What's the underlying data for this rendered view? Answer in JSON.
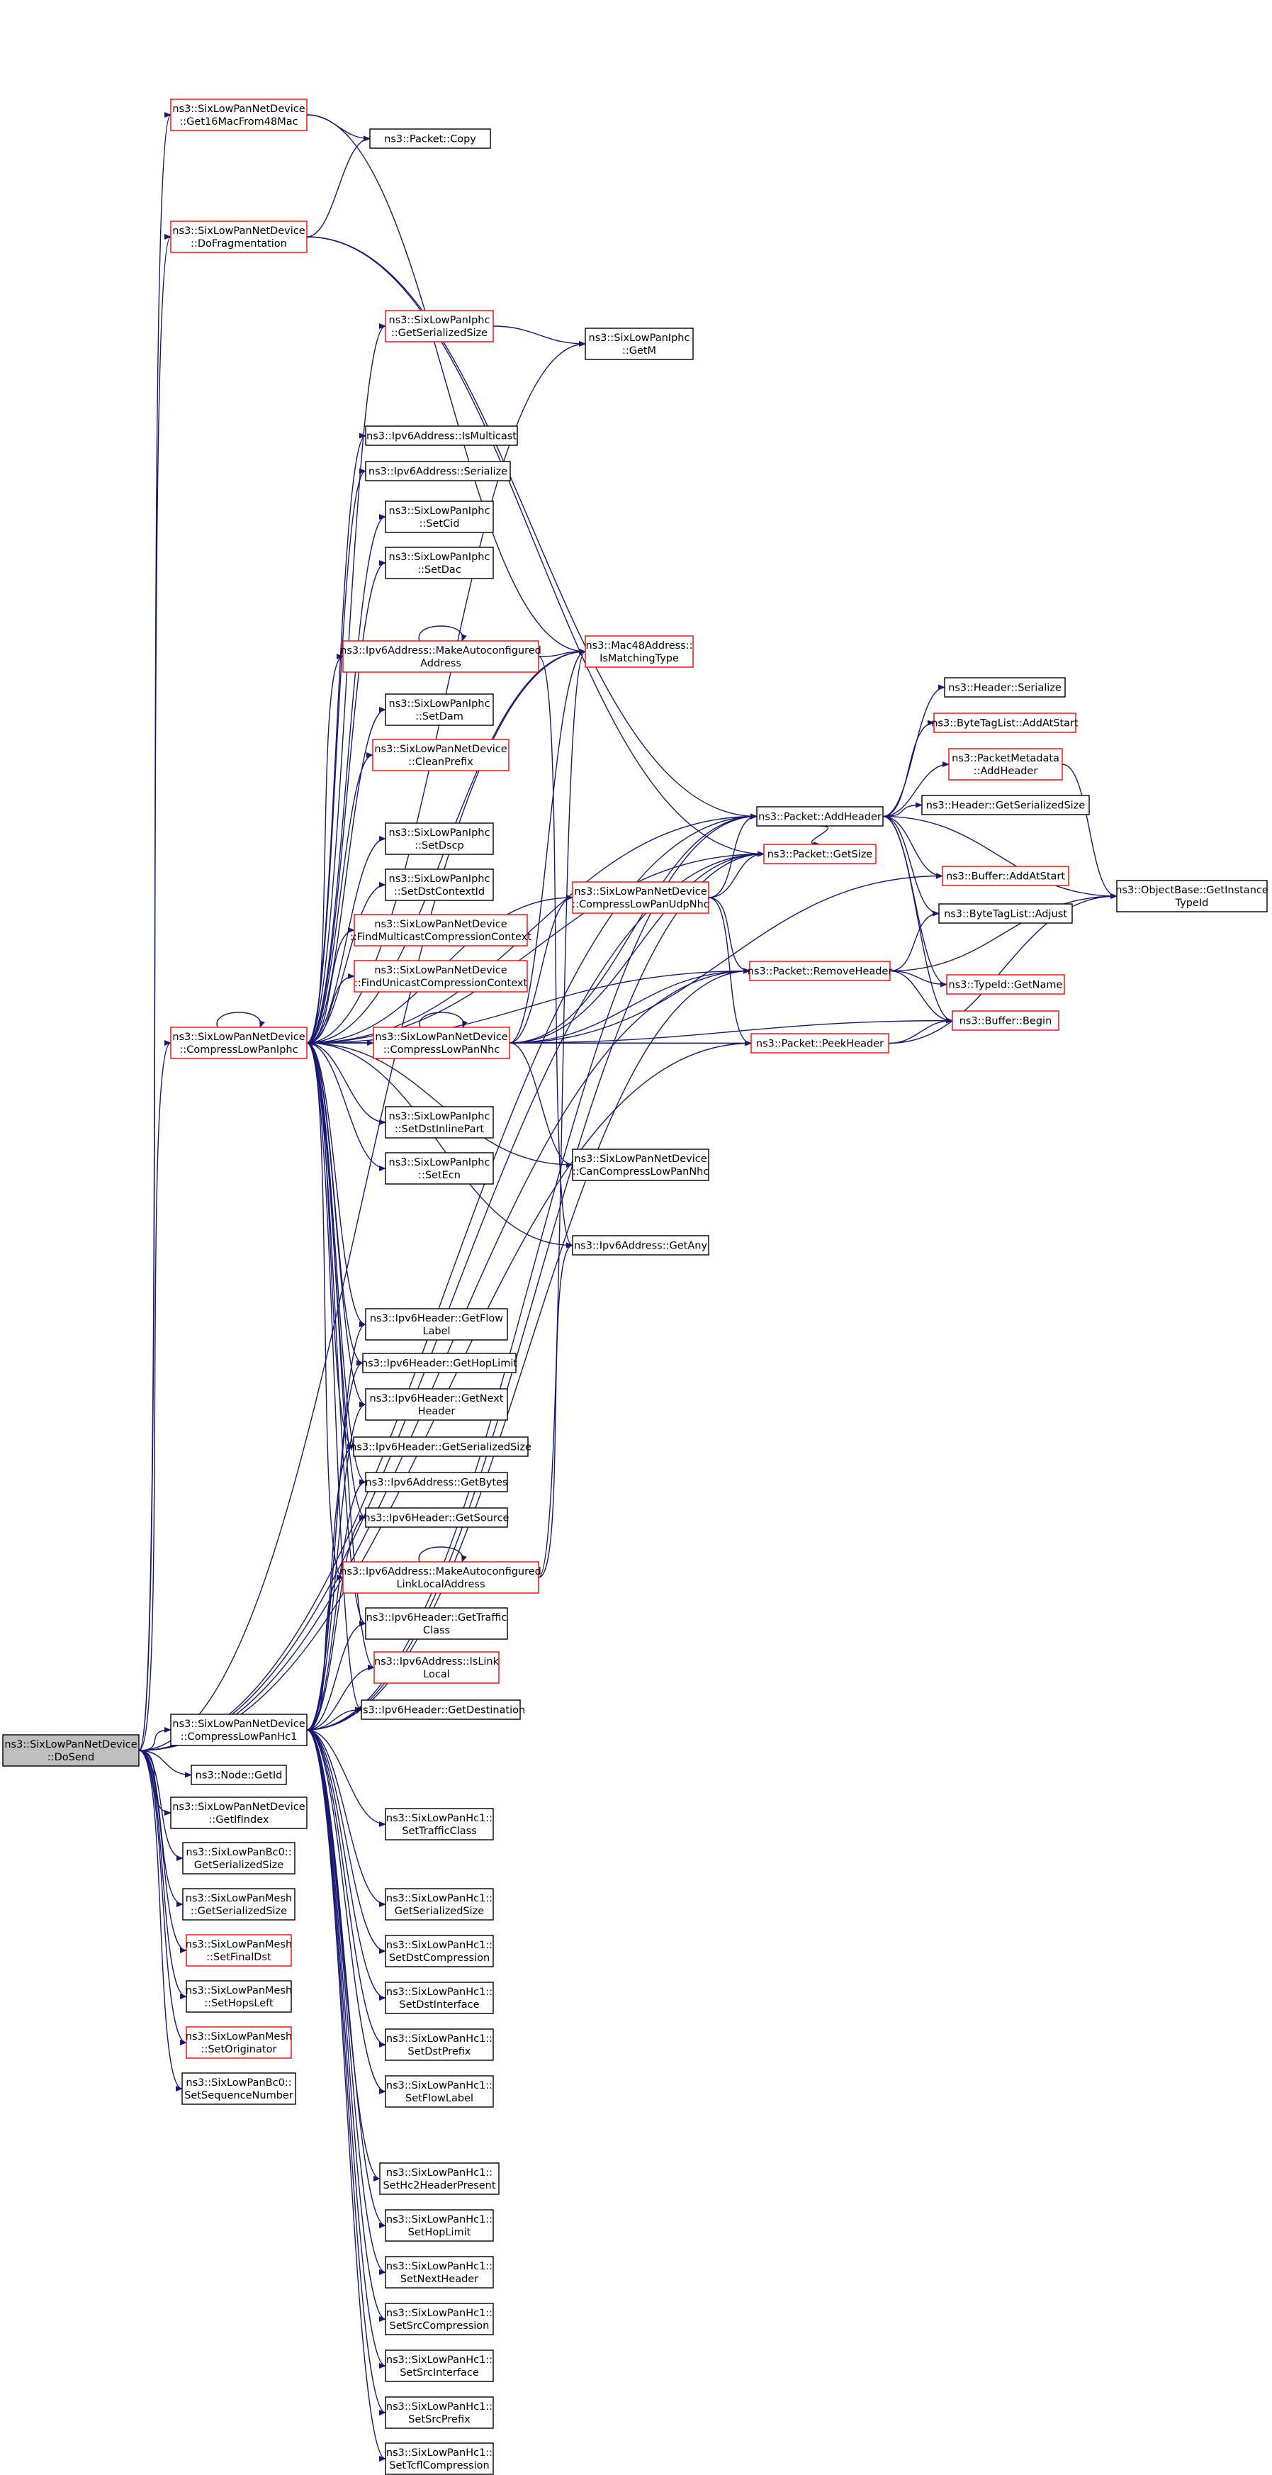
{
  "colors": {
    "edge": "#191970",
    "node_border_normal": "#000000",
    "node_border_highlight": "#ff0000",
    "root_fill": "#bfbfbf",
    "node_fill": "#ffffff"
  },
  "nodes": [
    {
      "id": "dosend",
      "lines": [
        "ns3::SixLowPanNetDevice",
        "::DoSend"
      ],
      "root": true
    },
    {
      "id": "get16mac",
      "lines": [
        "ns3::SixLowPanNetDevice",
        "::Get16MacFrom48Mac"
      ],
      "red": true
    },
    {
      "id": "pcopy",
      "lines": [
        "ns3::Packet::Copy"
      ]
    },
    {
      "id": "dofrag",
      "lines": [
        "ns3::SixLowPanNetDevice",
        "::DoFragmentation"
      ],
      "red": true
    },
    {
      "id": "iphcgetser",
      "lines": [
        "ns3::SixLowPanIphc",
        "::GetSerializedSize"
      ],
      "red": true
    },
    {
      "id": "iphcgetm",
      "lines": [
        "ns3::SixLowPanIphc",
        "::GetM"
      ]
    },
    {
      "id": "v6ismulti",
      "lines": [
        "ns3::Ipv6Address::IsMulticast"
      ]
    },
    {
      "id": "v6ser",
      "lines": [
        "ns3::Ipv6Address::Serialize"
      ]
    },
    {
      "id": "setcid",
      "lines": [
        "ns3::SixLowPanIphc",
        "::SetCid"
      ]
    },
    {
      "id": "setdac",
      "lines": [
        "ns3::SixLowPanIphc",
        "::SetDac"
      ]
    },
    {
      "id": "mkauto",
      "lines": [
        "ns3::Ipv6Address::MakeAutoconfigured",
        "Address"
      ],
      "red": true
    },
    {
      "id": "mac48",
      "lines": [
        "ns3::Mac48Address::",
        "IsMatchingType"
      ],
      "red": true
    },
    {
      "id": "setdam",
      "lines": [
        "ns3::SixLowPanIphc",
        "::SetDam"
      ]
    },
    {
      "id": "cleanprefix",
      "lines": [
        "ns3::SixLowPanNetDevice",
        "::CleanPrefix"
      ],
      "red": true
    },
    {
      "id": "setdscp",
      "lines": [
        "ns3::SixLowPanIphc",
        "::SetDscp"
      ]
    },
    {
      "id": "setdstctx",
      "lines": [
        "ns3::SixLowPanIphc",
        "::SetDstContextId"
      ]
    },
    {
      "id": "findmulti",
      "lines": [
        "ns3::SixLowPanNetDevice",
        "::FindMulticastCompressionContext"
      ],
      "red": true
    },
    {
      "id": "finduni",
      "lines": [
        "ns3::SixLowPanNetDevice",
        "::FindUnicastCompressionContext"
      ],
      "red": true
    },
    {
      "id": "compiphc",
      "lines": [
        "ns3::SixLowPanNetDevice",
        "::CompressLowPanIphc"
      ],
      "red": true
    },
    {
      "id": "compnhc",
      "lines": [
        "ns3::SixLowPanNetDevice",
        "::CompressLowPanNhc"
      ],
      "red": true
    },
    {
      "id": "compudp",
      "lines": [
        "ns3::SixLowPanNetDevice",
        "::CompressLowPanUdpNhc"
      ],
      "red": true
    },
    {
      "id": "setdstinline",
      "lines": [
        "ns3::SixLowPanIphc",
        "::SetDstInlinePart"
      ]
    },
    {
      "id": "setecn",
      "lines": [
        "ns3::SixLowPanIphc",
        "::SetEcn"
      ]
    },
    {
      "id": "cancomp",
      "lines": [
        "ns3::SixLowPanNetDevice",
        "::CanCompressLowPanNhc"
      ]
    },
    {
      "id": "v6getany",
      "lines": [
        "ns3::Ipv6Address::GetAny"
      ]
    },
    {
      "id": "hdrser",
      "lines": [
        "ns3::Header::Serialize"
      ]
    },
    {
      "id": "btaddstart",
      "lines": [
        "ns3::ByteTagList::AddAtStart"
      ],
      "red": true
    },
    {
      "id": "pmaddhdr",
      "lines": [
        "ns3::PacketMetadata",
        "::AddHeader"
      ],
      "red": true
    },
    {
      "id": "paddhdr",
      "lines": [
        "ns3::Packet::AddHeader"
      ]
    },
    {
      "id": "hdrgetser",
      "lines": [
        "ns3::Header::GetSerializedSize"
      ]
    },
    {
      "id": "pgetsize",
      "lines": [
        "ns3::Packet::GetSize"
      ],
      "red": true
    },
    {
      "id": "bufaddstart",
      "lines": [
        "ns3::Buffer::AddAtStart"
      ],
      "red": true
    },
    {
      "id": "btadjust",
      "lines": [
        "ns3::ByteTagList::Adjust"
      ]
    },
    {
      "id": "objbase",
      "lines": [
        "ns3::ObjectBase::GetInstance",
        "TypeId"
      ]
    },
    {
      "id": "premhdr",
      "lines": [
        "ns3::Packet::RemoveHeader"
      ],
      "red": true
    },
    {
      "id": "typeid",
      "lines": [
        "ns3::TypeId::GetName"
      ],
      "red": true
    },
    {
      "id": "bufbegin",
      "lines": [
        "ns3::Buffer::Begin"
      ],
      "red": true
    },
    {
      "id": "ppeek",
      "lines": [
        "ns3::Packet::PeekHeader"
      ],
      "red": true
    },
    {
      "id": "hgetflow",
      "lines": [
        "ns3::Ipv6Header::GetFlow",
        "Label"
      ]
    },
    {
      "id": "hgethop",
      "lines": [
        "ns3::Ipv6Header::GetHopLimit"
      ]
    },
    {
      "id": "hgetnext",
      "lines": [
        "ns3::Ipv6Header::GetNext",
        "Header"
      ]
    },
    {
      "id": "hgetser",
      "lines": [
        "ns3::Ipv6Header::GetSerializedSize"
      ]
    },
    {
      "id": "v6getbytes",
      "lines": [
        "ns3::Ipv6Address::GetBytes"
      ]
    },
    {
      "id": "hgetsrc",
      "lines": [
        "ns3::Ipv6Header::GetSource"
      ]
    },
    {
      "id": "mkautoll",
      "lines": [
        "ns3::Ipv6Address::MakeAutoconfigured",
        "LinkLocalAddress"
      ],
      "red": true
    },
    {
      "id": "hgettraffic",
      "lines": [
        "ns3::Ipv6Header::GetTraffic",
        "Class"
      ]
    },
    {
      "id": "v6islink",
      "lines": [
        "ns3::Ipv6Address::IsLink",
        "Local"
      ],
      "red": true
    },
    {
      "id": "hgetdst",
      "lines": [
        "ns3::Ipv6Header::GetDestination"
      ]
    },
    {
      "id": "comphc1",
      "lines": [
        "ns3::SixLowPanNetDevice",
        "::CompressLowPanHc1"
      ]
    },
    {
      "id": "nodegetid",
      "lines": [
        "ns3::Node::GetId"
      ]
    },
    {
      "id": "getifindex",
      "lines": [
        "ns3::SixLowPanNetDevice",
        "::GetIfIndex"
      ]
    },
    {
      "id": "bc0getser",
      "lines": [
        "ns3::SixLowPanBc0::",
        "GetSerializedSize"
      ]
    },
    {
      "id": "meshgetser",
      "lines": [
        "ns3::SixLowPanMesh",
        "::GetSerializedSize"
      ]
    },
    {
      "id": "setfinaldst",
      "lines": [
        "ns3::SixLowPanMesh",
        "::SetFinalDst"
      ],
      "red": true
    },
    {
      "id": "sethopsleft",
      "lines": [
        "ns3::SixLowPanMesh",
        "::SetHopsLeft"
      ]
    },
    {
      "id": "setorig",
      "lines": [
        "ns3::SixLowPanMesh",
        "::SetOriginator"
      ],
      "red": true
    },
    {
      "id": "setseq",
      "lines": [
        "ns3::SixLowPanBc0::",
        "SetSequenceNumber"
      ]
    },
    {
      "id": "hc1settraffic",
      "lines": [
        "ns3::SixLowPanHc1::",
        "SetTrafficClass"
      ]
    },
    {
      "id": "hc1getser",
      "lines": [
        "ns3::SixLowPanHc1::",
        "GetSerializedSize"
      ]
    },
    {
      "id": "hc1setdstcomp",
      "lines": [
        "ns3::SixLowPanHc1::",
        "SetDstCompression"
      ]
    },
    {
      "id": "hc1setdstif",
      "lines": [
        "ns3::SixLowPanHc1::",
        "SetDstInterface"
      ]
    },
    {
      "id": "hc1setdstpre",
      "lines": [
        "ns3::SixLowPanHc1::",
        "SetDstPrefix"
      ]
    },
    {
      "id": "hc1setflow",
      "lines": [
        "ns3::SixLowPanHc1::",
        "SetFlowLabel"
      ]
    },
    {
      "id": "hc1sethc2",
      "lines": [
        "ns3::SixLowPanHc1::",
        "SetHc2HeaderPresent"
      ]
    },
    {
      "id": "hc1sethop",
      "lines": [
        "ns3::SixLowPanHc1::",
        "SetHopLimit"
      ]
    },
    {
      "id": "hc1setnext",
      "lines": [
        "ns3::SixLowPanHc1::",
        "SetNextHeader"
      ]
    },
    {
      "id": "hc1setsrccomp",
      "lines": [
        "ns3::SixLowPanHc1::",
        "SetSrcCompression"
      ]
    },
    {
      "id": "hc1setsrcif",
      "lines": [
        "ns3::SixLowPanHc1::",
        "SetSrcInterface"
      ]
    },
    {
      "id": "hc1setsrcpre",
      "lines": [
        "ns3::SixLowPanHc1::",
        "SetSrcPrefix"
      ]
    },
    {
      "id": "hc1settcfl",
      "lines": [
        "ns3::SixLowPanHc1::",
        "SetTcflCompression"
      ]
    }
  ],
  "edges": [
    [
      "dosend",
      "get16mac"
    ],
    [
      "dosend",
      "dofrag"
    ],
    [
      "dosend",
      "paddhdr"
    ],
    [
      "dosend",
      "compiphc"
    ],
    [
      "dosend",
      "comphc1"
    ],
    [
      "dosend",
      "nodegetid"
    ],
    [
      "dosend",
      "getifindex"
    ],
    [
      "dosend",
      "bc0getser"
    ],
    [
      "dosend",
      "meshgetser"
    ],
    [
      "dosend",
      "setfinaldst"
    ],
    [
      "dosend",
      "sethopsleft"
    ],
    [
      "dosend",
      "setorig"
    ],
    [
      "dosend",
      "setseq"
    ],
    [
      "dosend",
      "pgetsize"
    ],
    [
      "dosend",
      "ppeek"
    ],
    [
      "dosend",
      "premhdr"
    ],
    [
      "dosend",
      "mac48"
    ],
    [
      "get16mac",
      "pcopy"
    ],
    [
      "get16mac",
      "mac48"
    ],
    [
      "dofrag",
      "pcopy"
    ],
    [
      "dofrag",
      "paddhdr"
    ],
    [
      "dofrag",
      "pgetsize"
    ],
    [
      "iphcgetser",
      "iphcgetm"
    ],
    [
      "mkauto",
      "mkauto"
    ],
    [
      "mkauto",
      "mac48"
    ],
    [
      "mkauto",
      "v6getany"
    ],
    [
      "compiphc",
      "compiphc"
    ],
    [
      "compiphc",
      "iphcgetser"
    ],
    [
      "compiphc",
      "iphcgetm"
    ],
    [
      "compiphc",
      "v6ismulti"
    ],
    [
      "compiphc",
      "v6ser"
    ],
    [
      "compiphc",
      "setcid"
    ],
    [
      "compiphc",
      "setdac"
    ],
    [
      "compiphc",
      "mkauto"
    ],
    [
      "compiphc",
      "setdam"
    ],
    [
      "compiphc",
      "cleanprefix"
    ],
    [
      "compiphc",
      "setdscp"
    ],
    [
      "compiphc",
      "setdstctx"
    ],
    [
      "compiphc",
      "findmulti"
    ],
    [
      "compiphc",
      "finduni"
    ],
    [
      "compiphc",
      "compnhc"
    ],
    [
      "compiphc",
      "compudp"
    ],
    [
      "compiphc",
      "setdstinline"
    ],
    [
      "compiphc",
      "setecn"
    ],
    [
      "compiphc",
      "cancomp"
    ],
    [
      "compiphc",
      "v6getany"
    ],
    [
      "compiphc",
      "paddhdr"
    ],
    [
      "compiphc",
      "pgetsize"
    ],
    [
      "compiphc",
      "premhdr"
    ],
    [
      "compiphc",
      "ppeek"
    ],
    [
      "compiphc",
      "mac48"
    ],
    [
      "compiphc",
      "hgetflow"
    ],
    [
      "compiphc",
      "hgethop"
    ],
    [
      "compiphc",
      "hgetnext"
    ],
    [
      "compiphc",
      "hgetser"
    ],
    [
      "compiphc",
      "v6getbytes"
    ],
    [
      "compiphc",
      "hgetsrc"
    ],
    [
      "compiphc",
      "mkautoll"
    ],
    [
      "compiphc",
      "hgettraffic"
    ],
    [
      "compiphc",
      "v6islink"
    ],
    [
      "compiphc",
      "hgetdst"
    ],
    [
      "compnhc",
      "compnhc"
    ],
    [
      "compnhc",
      "compiphc"
    ],
    [
      "compnhc",
      "compudp"
    ],
    [
      "compnhc",
      "cancomp"
    ],
    [
      "compnhc",
      "paddhdr"
    ],
    [
      "compnhc",
      "pgetsize"
    ],
    [
      "compnhc",
      "premhdr"
    ],
    [
      "compnhc",
      "ppeek"
    ],
    [
      "compnhc",
      "bufbegin"
    ],
    [
      "compnhc",
      "bufaddstart"
    ],
    [
      "compnhc",
      "mac48"
    ],
    [
      "compudp",
      "paddhdr"
    ],
    [
      "compudp",
      "pgetsize"
    ],
    [
      "compudp",
      "premhdr"
    ],
    [
      "compudp",
      "ppeek"
    ],
    [
      "paddhdr",
      "hdrser"
    ],
    [
      "paddhdr",
      "btaddstart"
    ],
    [
      "paddhdr",
      "pmaddhdr"
    ],
    [
      "paddhdr",
      "hdrgetser"
    ],
    [
      "paddhdr",
      "pgetsize"
    ],
    [
      "paddhdr",
      "bufaddstart"
    ],
    [
      "paddhdr",
      "btadjust"
    ],
    [
      "paddhdr",
      "objbase"
    ],
    [
      "paddhdr",
      "typeid"
    ],
    [
      "paddhdr",
      "bufbegin"
    ],
    [
      "pmaddhdr",
      "objbase"
    ],
    [
      "premhdr",
      "btadjust"
    ],
    [
      "premhdr",
      "objbase"
    ],
    [
      "premhdr",
      "typeid"
    ],
    [
      "premhdr",
      "bufbegin"
    ],
    [
      "ppeek",
      "objbase"
    ],
    [
      "ppeek",
      "bufbegin"
    ],
    [
      "mkautoll",
      "mkautoll"
    ],
    [
      "mkautoll",
      "mac48"
    ],
    [
      "mkautoll",
      "v6getany"
    ],
    [
      "comphc1",
      "hgetflow"
    ],
    [
      "comphc1",
      "hgethop"
    ],
    [
      "comphc1",
      "hgetnext"
    ],
    [
      "comphc1",
      "hgetser"
    ],
    [
      "comphc1",
      "v6getbytes"
    ],
    [
      "comphc1",
      "hgetsrc"
    ],
    [
      "comphc1",
      "mkautoll"
    ],
    [
      "comphc1",
      "hgettraffic"
    ],
    [
      "comphc1",
      "v6islink"
    ],
    [
      "comphc1",
      "hgetdst"
    ],
    [
      "comphc1",
      "paddhdr"
    ],
    [
      "comphc1",
      "pgetsize"
    ],
    [
      "comphc1",
      "premhdr"
    ],
    [
      "comphc1",
      "hc1settraffic"
    ],
    [
      "comphc1",
      "hc1getser"
    ],
    [
      "comphc1",
      "hc1setdstcomp"
    ],
    [
      "comphc1",
      "hc1setdstif"
    ],
    [
      "comphc1",
      "hc1setdstpre"
    ],
    [
      "comphc1",
      "hc1setflow"
    ],
    [
      "comphc1",
      "hc1sethc2"
    ],
    [
      "comphc1",
      "hc1sethop"
    ],
    [
      "comphc1",
      "hc1setnext"
    ],
    [
      "comphc1",
      "hc1setsrccomp"
    ],
    [
      "comphc1",
      "hc1setsrcif"
    ],
    [
      "comphc1",
      "hc1setsrcpre"
    ],
    [
      "comphc1",
      "hc1settcfl"
    ]
  ]
}
